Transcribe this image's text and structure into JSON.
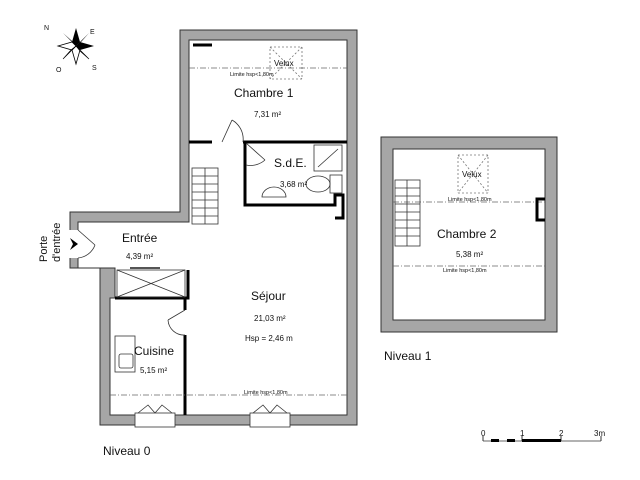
{
  "compass": {
    "n": "N",
    "e": "E",
    "s": "S",
    "o": "O"
  },
  "levels": [
    {
      "title": "Niveau 0",
      "entrance": {
        "line1": "Porte",
        "line2": "d'entrée"
      },
      "rooms": [
        {
          "name": "Chambre 1",
          "area": "7,31 m²"
        },
        {
          "name": "S.d.E.",
          "area": "3,68 m²"
        },
        {
          "name": "Entrée",
          "area": "4,39 m²"
        },
        {
          "name": "Séjour",
          "area": "21,03 m²",
          "height": "Hsp = 2,46 m"
        },
        {
          "name": "Cuisine",
          "area": "5,15 m²"
        }
      ],
      "velux": "Velux",
      "limits": [
        "Limite hsp<1,80m",
        "Limite hsp<1,80m"
      ]
    },
    {
      "title": "Niveau 1",
      "rooms": [
        {
          "name": "Chambre 2",
          "area": "5,38 m²"
        }
      ],
      "velux": "Velux",
      "limits": [
        "Limite hsp<1,80m",
        "Limite hsp<1,80m"
      ]
    }
  ],
  "scale": {
    "ticks": [
      "0",
      "1",
      "2",
      "3m"
    ]
  }
}
